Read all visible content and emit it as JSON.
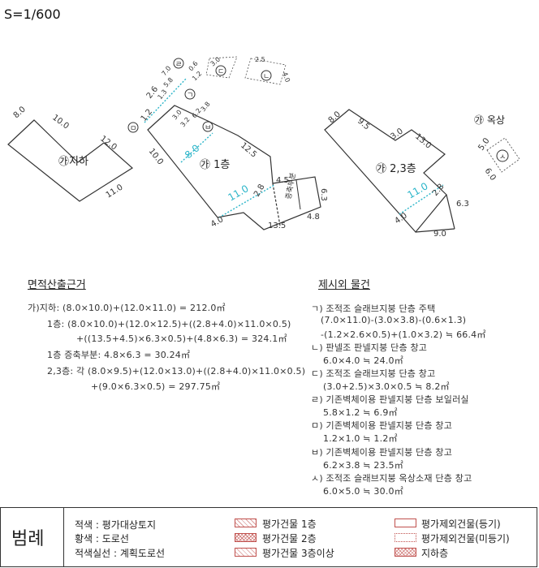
{
  "scale": "S=1/600",
  "plan": {
    "basement": {
      "label": "㉮지하",
      "dims": [
        "8.0",
        "10.0",
        "12.0",
        "11.0"
      ]
    },
    "first_floor": {
      "label": "㉮ 1층",
      "dims": [
        "1.2",
        "2.6",
        "8.0",
        "10.0",
        "12.5",
        "11.0",
        "4.0",
        "13.5",
        "2.8",
        "4.5",
        "6.3",
        "4.8",
        "1.3",
        "7.0",
        "3.0",
        "3.2",
        "6.2",
        "3.8"
      ],
      "annex_label": "증축부분",
      "markers": [
        "ㄹ",
        "ㄱ",
        "ㄷ",
        "ㅁ",
        "ㅂ",
        "ㄴ"
      ],
      "small_dims": [
        "2.5",
        "3.0",
        "6.0",
        "4.0",
        "1.2",
        "5.8",
        "0.6"
      ]
    },
    "upper_floor": {
      "label": "㉮ 2,3층",
      "dims": [
        "8.0",
        "9.5",
        "3.0",
        "13.0",
        "11.0",
        "2.8",
        "4.0",
        "6.3",
        "9.0"
      ]
    },
    "rooftop": {
      "label": "㉮ 옥상",
      "dims": [
        "5.0",
        "6.0"
      ],
      "marker": "ㅅ"
    }
  },
  "calc": {
    "header": "면적산출근거",
    "lines": [
      "가)지하: (8.0×10.0)+(12.0×11.0) = 212.0㎡",
      "1층: (8.0×10.0)+(12.0×12.5)+((2.8+4.0)×11.0×0.5)",
      "+((13.5+4.5)×6.3×0.5)+(4.8×6.3) = 324.1㎡",
      "1층 증축부분: 4.8×6.3 = 30.24㎡",
      "2,3층: 각 (8.0×9.5)+(12.0×13.0)+((2.8+4.0)×11.0×0.5)",
      "+(9.0×6.3×0.5) = 297.75㎡"
    ]
  },
  "excluded": {
    "header": "제시외 물건",
    "lines": [
      "ㄱ) 조적조 슬래브지붕 단층 주택",
      "(7.0×11.0)-(3.0×3.8)-(0.6×1.3)",
      "-(1.2×2.6×0.5)+(1.0×3.2) ≒ 66.4㎡",
      "ㄴ) 판넬조 판넬지붕 단층 창고",
      "6.0×4.0 ≒ 24.0㎡",
      "ㄷ) 조적조 슬래브지붕 단층 창고",
      "(3.0+2.5)×3.0×0.5 ≒ 8.2㎡",
      "ㄹ) 기존벽체이용 판넬지붕 단층 보일러실",
      "5.8×1.2 ≒ 6.9㎡",
      "ㅁ) 기존벽체이용 판넬지붕 단층 창고",
      "1.2×1.0 ≒ 1.2㎡",
      "ㅂ) 기존벽체이용 판넬지붕 단층 창고",
      "6.2×3.8 ≒ 23.5㎡",
      "ㅅ) 조적조 슬래브지붕 옥상소재 단층 창고",
      "6.0×5.0 ≒ 30.0㎡"
    ]
  },
  "legend": {
    "title": "범례",
    "items": [
      "적색 : 평가대상토지",
      "황색 : 도로선",
      "적색실선 : 계획도로선",
      "평가건물 1층",
      "평가건물 2층",
      "평가건물 3층이상",
      "평가제외건물(등기)",
      "평가제외건물(미등기)",
      "지하층"
    ]
  },
  "colors": {
    "outline": "#333333",
    "road_dash": "#2bb5c9",
    "legend_red": "#c0504d"
  }
}
